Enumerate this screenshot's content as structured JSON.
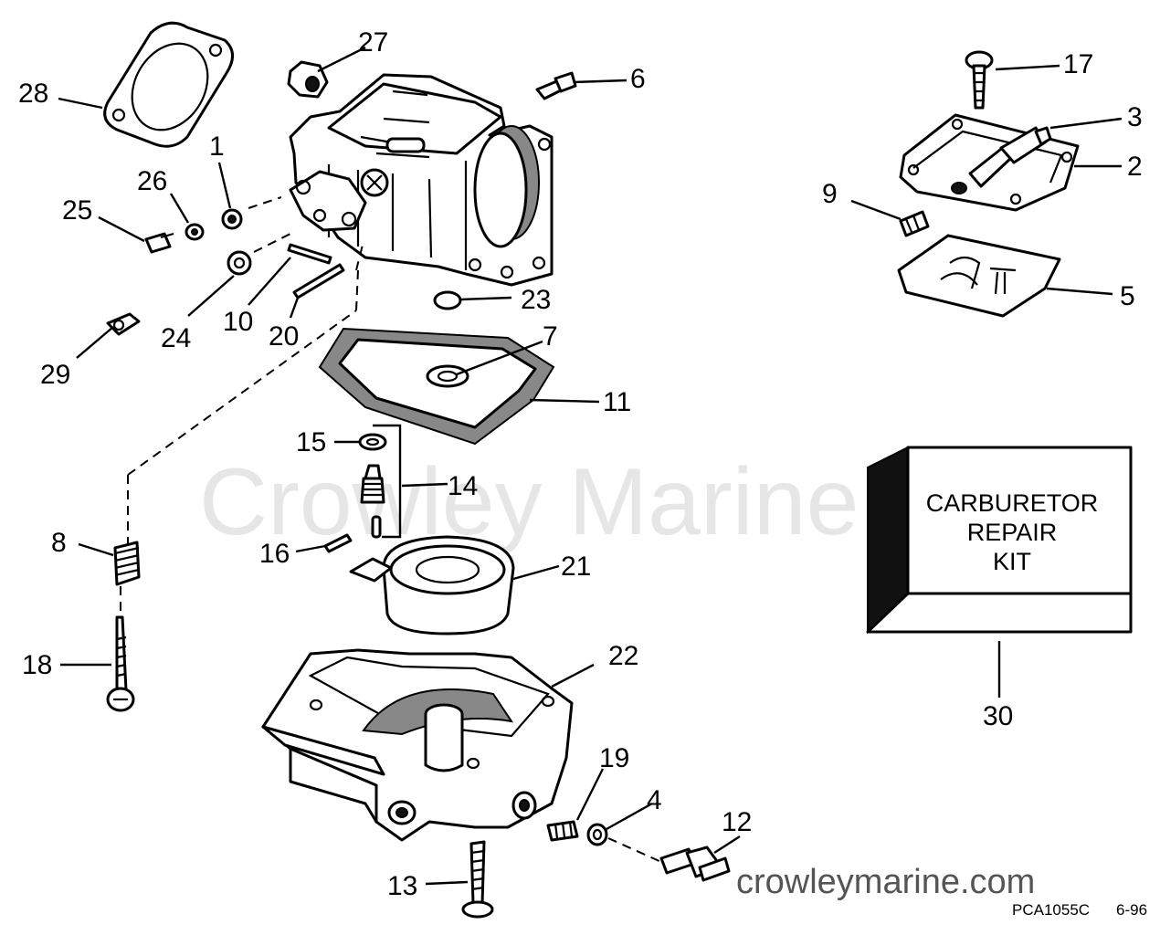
{
  "diagram": {
    "callouts": [
      {
        "id": "c1",
        "label": "1"
      },
      {
        "id": "c2",
        "label": "2"
      },
      {
        "id": "c3",
        "label": "3"
      },
      {
        "id": "c4",
        "label": "4"
      },
      {
        "id": "c5",
        "label": "5"
      },
      {
        "id": "c6",
        "label": "6"
      },
      {
        "id": "c7",
        "label": "7"
      },
      {
        "id": "c8",
        "label": "8"
      },
      {
        "id": "c9",
        "label": "9"
      },
      {
        "id": "c10",
        "label": "10"
      },
      {
        "id": "c11",
        "label": "11"
      },
      {
        "id": "c12",
        "label": "12"
      },
      {
        "id": "c13",
        "label": "13"
      },
      {
        "id": "c14",
        "label": "14"
      },
      {
        "id": "c15",
        "label": "15"
      },
      {
        "id": "c16",
        "label": "16"
      },
      {
        "id": "c17",
        "label": "17"
      },
      {
        "id": "c18",
        "label": "18"
      },
      {
        "id": "c19",
        "label": "19"
      },
      {
        "id": "c20",
        "label": "20"
      },
      {
        "id": "c21",
        "label": "21"
      },
      {
        "id": "c22",
        "label": "22"
      },
      {
        "id": "c23",
        "label": "23"
      },
      {
        "id": "c24",
        "label": "24"
      },
      {
        "id": "c25",
        "label": "25"
      },
      {
        "id": "c26",
        "label": "26"
      },
      {
        "id": "c27",
        "label": "27"
      },
      {
        "id": "c28",
        "label": "28"
      },
      {
        "id": "c29",
        "label": "29"
      },
      {
        "id": "c30",
        "label": "30"
      }
    ],
    "repair_kit": {
      "line1": "CARBURETOR",
      "line2": "REPAIR",
      "line3": "KIT"
    },
    "watermark": "Crowley Marine",
    "website": "crowleymarine.com",
    "part_code": "PCA1055C",
    "date_code": "6-96"
  }
}
